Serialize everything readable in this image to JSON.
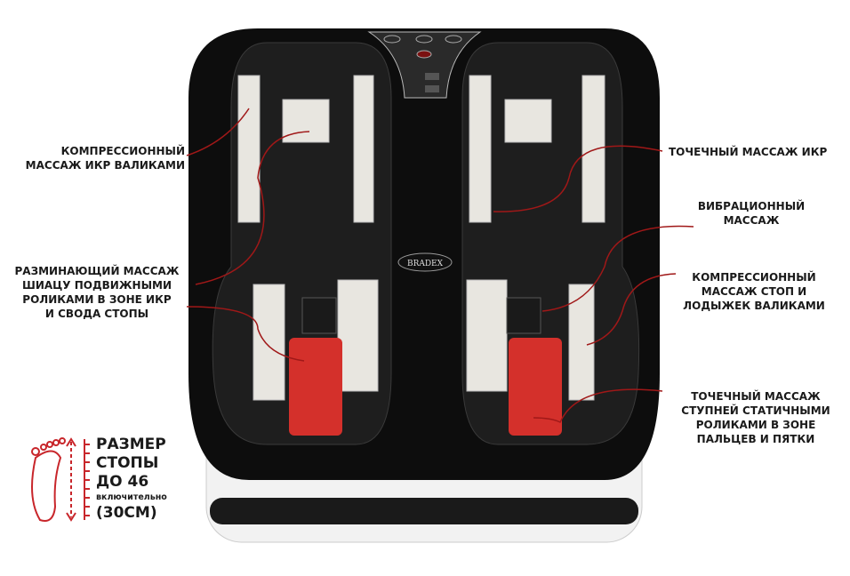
{
  "brand": "BRADEX",
  "labels_left": [
    {
      "lines": [
        "КОМПРЕССИОННЫЙ",
        "МАССАЖ ИКР ВАЛИКАМИ"
      ]
    },
    {
      "lines": [
        "РАЗМИНАЮЩИЙ МАССАЖ",
        "ШИАЦУ ПОДВИЖНЫМИ",
        "РОЛИКАМИ В ЗОНЕ ИКР",
        "И СВОДА СТОПЫ"
      ]
    }
  ],
  "labels_right": [
    {
      "lines": [
        "ТОЧЕЧНЫЙ МАССАЖ ИКР"
      ]
    },
    {
      "lines": [
        "ВИБРАЦИОННЫЙ",
        "МАССАЖ"
      ]
    },
    {
      "lines": [
        "КОМПРЕССИОННЫЙ",
        "МАССАЖ СТОП И",
        "ЛОДЫЖЕК ВАЛИКАМИ"
      ]
    },
    {
      "lines": [
        "ТОЧЕЧНЫЙ МАССАЖ",
        "СТУПНЕЙ СТАТИЧНЫМИ",
        "РОЛИКАМИ В ЗОНЕ",
        "ПАЛЬЦЕВ И ПЯТКИ"
      ]
    }
  ],
  "size_info": {
    "line1": "РАЗМЕР",
    "line2": "СТОПЫ",
    "line3": "ДО 46",
    "line4": "включительно",
    "line5": "(30СМ)"
  },
  "colors": {
    "accent": "#c8262b",
    "body": "#0d0d0d",
    "roller": "#e8e6e0"
  }
}
